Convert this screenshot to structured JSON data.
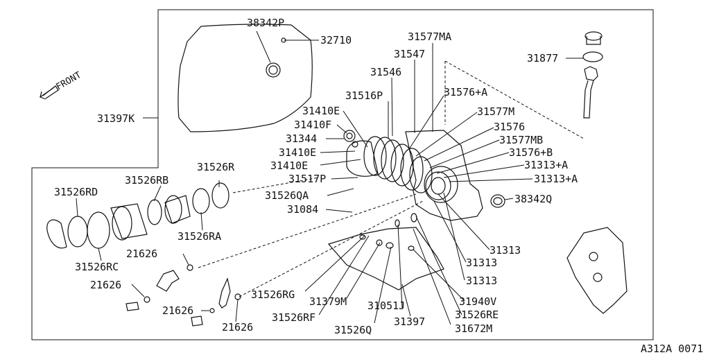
{
  "diagram": {
    "code": "A312A 0071",
    "front_label": "FRONT",
    "labels": {
      "p38342P": "38342P",
      "p32710": "32710",
      "p31577MA": "31577MA",
      "p31547": "31547",
      "p31546": "31546",
      "p31877": "31877",
      "p31516P": "31516P",
      "p31576A1": "31576+A",
      "p31410E1": "31410E",
      "p31577M": "31577M",
      "p31410F": "31410F",
      "p31576": "31576",
      "p31397K": "31397K",
      "p31344": "31344",
      "p31577MB": "31577MB",
      "p31410E2": "31410E",
      "p31576B": "31576+B",
      "p31410E3": "31410E",
      "p31313A1": "31313+A",
      "p31526R": "31526R",
      "p31517P": "31517P",
      "p31313A2": "31313+A",
      "p31526RB": "31526RB",
      "p31526RD": "31526RD",
      "p31526QA": "31526QA",
      "p38342Q": "38342Q",
      "p31084": "31084",
      "p31526RA": "31526RA",
      "p31313a": "31313",
      "p21626a": "21626",
      "p31526RC": "31526RC",
      "p31313b": "31313",
      "p31313c": "31313",
      "p21626b": "21626",
      "p31526RG": "31526RG",
      "p31379M": "31379M",
      "p31940V": "31940V",
      "p31051J": "31051J",
      "p21626c": "21626",
      "p31526RE": "31526RE",
      "p31526RF": "31526RF",
      "p31397": "31397",
      "p21626d": "21626",
      "p31526Q": "31526Q",
      "p31672M": "31672M"
    }
  }
}
